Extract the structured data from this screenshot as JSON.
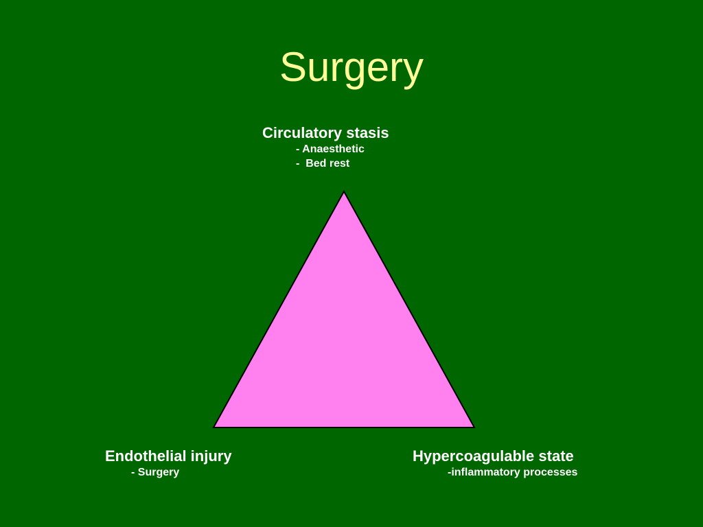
{
  "slide": {
    "title": "Surgery",
    "background_color": "#006600",
    "title_color": "#ffff99",
    "triangle_fill": "#ff80ee",
    "triangle_stroke": "#000000"
  },
  "vertices": {
    "top": {
      "heading": "Circulatory stasis",
      "items": [
        "- Anaesthetic",
        "-  Bed rest"
      ]
    },
    "left": {
      "heading": "Endothelial injury",
      "items": [
        "- Surgery"
      ]
    },
    "right": {
      "heading": "Hypercoagulable state",
      "items": [
        "-inflammatory processes"
      ]
    }
  }
}
